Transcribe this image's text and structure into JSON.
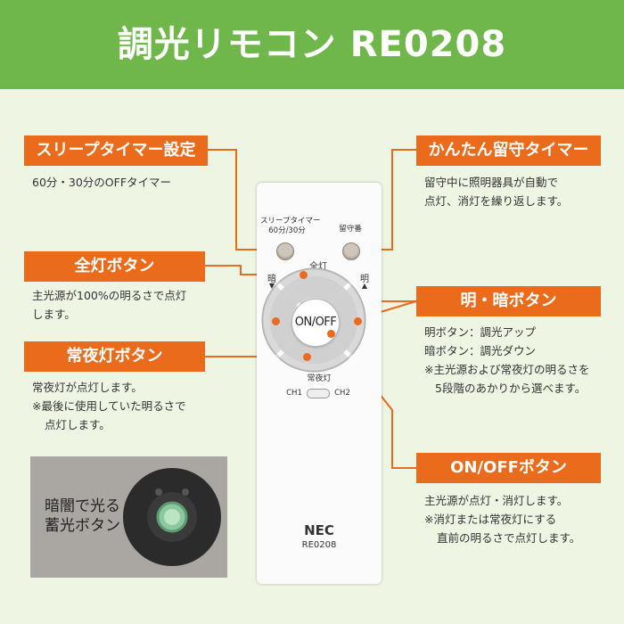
{
  "header": {
    "title": "調光リモコン RE0208"
  },
  "features": {
    "sleep_timer": {
      "label": "スリープタイマー設定",
      "desc": "60分・30分のOFFタイマー"
    },
    "away_timer": {
      "label": "かんたん留守タイマー",
      "desc1": "留守中に照明器具が自動で",
      "desc2": "点灯、消灯を繰り返します。"
    },
    "full_light": {
      "label": "全灯ボタン",
      "desc1": "主光源が100%の明るさで点灯",
      "desc2": "します。"
    },
    "bright_dark": {
      "label": "明・暗ボタン",
      "desc1": "明ボタン：調光アップ",
      "desc2": "暗ボタン：調光ダウン",
      "desc3": "※主光源および常夜灯の明るさを",
      "desc4": "5段階のあかりから選べます。"
    },
    "night_light": {
      "label": "常夜灯ボタン",
      "desc1": "常夜灯が点灯します。",
      "desc2": "※最後に使用していた明るさで",
      "desc3": "点灯します。"
    },
    "onoff": {
      "label": "ON/OFFボタン",
      "desc1": "主光源が点灯・消灯します。",
      "desc2": "※消灯または常夜灯にする",
      "desc3": "直前の明るさで点灯します。"
    }
  },
  "remote": {
    "sleep_label1": "スリープタイマー",
    "sleep_label2": "60分/30分",
    "away_label": "留守番",
    "full_label": "全灯",
    "dark_label": "暗",
    "bright_label": "明",
    "onoff_label": "ON/OFF",
    "night_label": "常夜灯",
    "ch1": "CH1",
    "ch2": "CH2",
    "brand": "NEC",
    "model": "RE0208"
  },
  "glow": {
    "text1": "暗闇で光る",
    "text2": "蓄光ボタン"
  },
  "colors": {
    "header": "#6fb64b",
    "accent": "#ea6b1b",
    "background": "#eef5e3"
  }
}
